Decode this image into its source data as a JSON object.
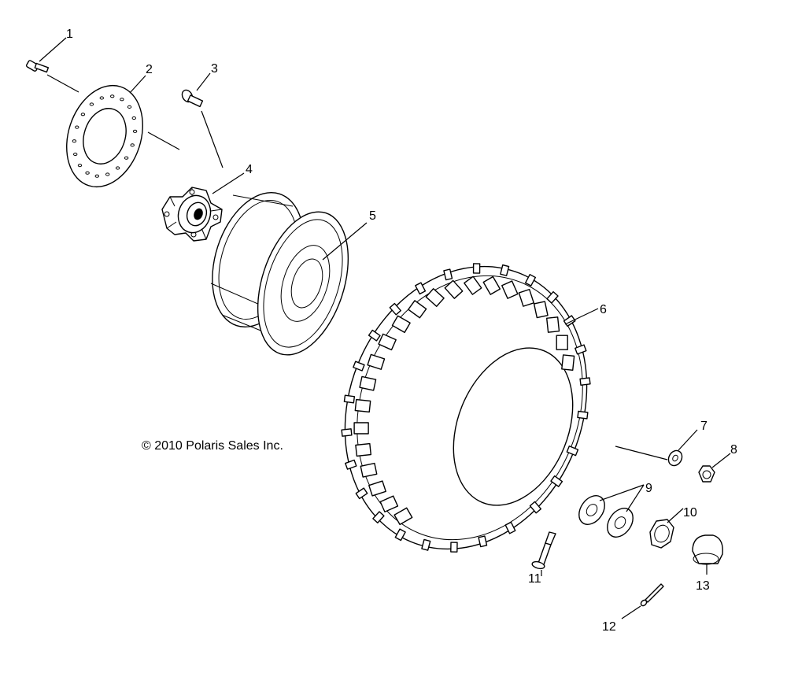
{
  "copyright": "© 2010 Polaris Sales Inc.",
  "callouts": [
    "1",
    "2",
    "3",
    "4",
    "5",
    "6",
    "7",
    "8",
    "9",
    "10",
    "11",
    "12",
    "13"
  ]
}
